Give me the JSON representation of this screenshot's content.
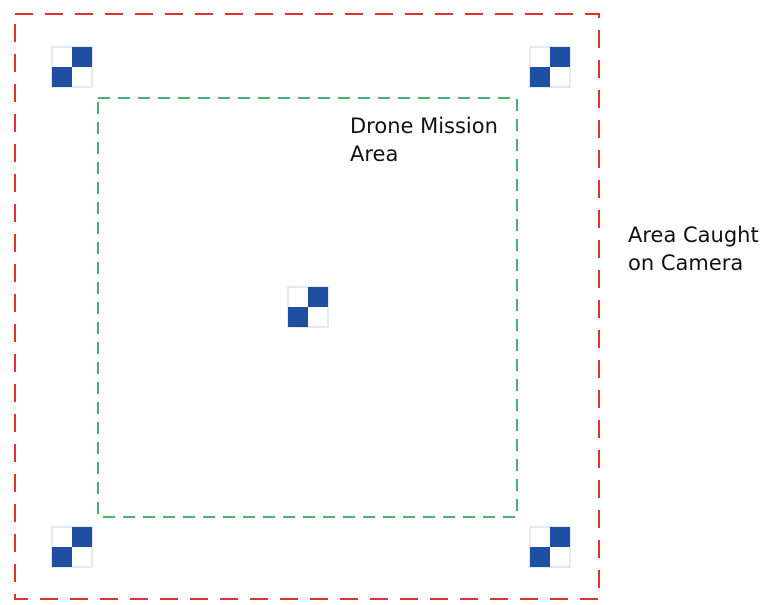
{
  "diagram": {
    "colors": {
      "camera_boundary": "#e0332e",
      "mission_boundary": "#4caf6e",
      "target_blue": "#1f4fa3",
      "target_white": "#ffffff",
      "target_border": "#c9d3e6"
    },
    "areas": {
      "mission_label": {
        "line1": "Drone Mission",
        "line2": "Area"
      },
      "camera_label": {
        "line1": "Area Caught",
        "line2": "on Camera"
      }
    },
    "targets": [
      {
        "name": "ground-control-target-top-left"
      },
      {
        "name": "ground-control-target-top-right"
      },
      {
        "name": "ground-control-target-center"
      },
      {
        "name": "ground-control-target-bottom-left"
      },
      {
        "name": "ground-control-target-bottom-right"
      }
    ]
  }
}
